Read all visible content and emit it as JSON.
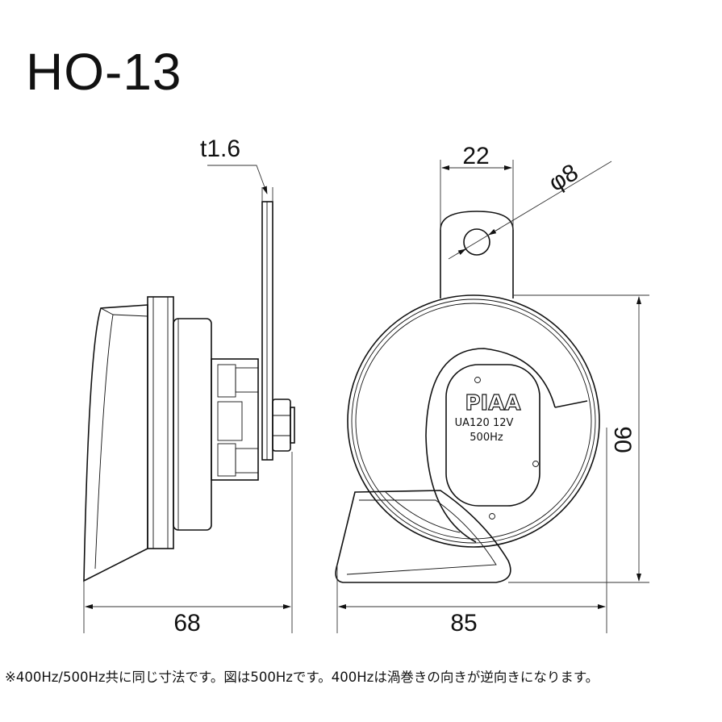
{
  "title": "HO-13",
  "dimensions": {
    "plate_thickness": "t1.6",
    "bracket_width": "22",
    "hole_diameter": "φ8",
    "height": "90",
    "depth": "68",
    "width": "85"
  },
  "label": {
    "brand": "PIAA",
    "model": "UA120 12V",
    "frequency": "500Hz"
  },
  "note": "※400Hz/500Hz共に同じ寸法です。図は500Hzです。400Hzは渦巻きの向きが逆向きになります。"
}
